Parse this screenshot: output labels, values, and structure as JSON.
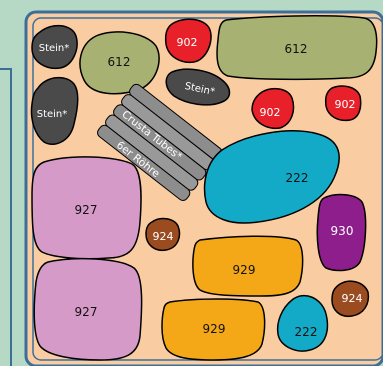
{
  "layout_labels": {
    "stein_1": "Stein*",
    "stein_2": "Stein*",
    "stein_3": "Stein*",
    "olive_small": "612",
    "olive_large": "612",
    "red_top": "902",
    "red_mid": "902",
    "red_right": "902",
    "teal_large": "222",
    "teal_small": "222",
    "pink_top": "927",
    "pink_bottom": "927",
    "brown_mid": "924",
    "brown_right": "924",
    "orange_top": "929",
    "orange_bottom": "929",
    "purple": "930",
    "tubes_line1": "Crusta Tubes*",
    "tubes_line2": "6er Röhre"
  },
  "colors": {
    "background_outer": "#b6d9c5",
    "tank_fill": "#f9cda1",
    "tank_border": "#3b6f9a",
    "olive": "#a7b272",
    "red": "#e8202a",
    "dark_stone": "#4a4a4a",
    "teal": "#13aac8",
    "pink": "#d59ac8",
    "brown": "#9a4b20",
    "orange": "#f4a817",
    "purple": "#8f1e8d",
    "tube": "#8d8d8d"
  }
}
